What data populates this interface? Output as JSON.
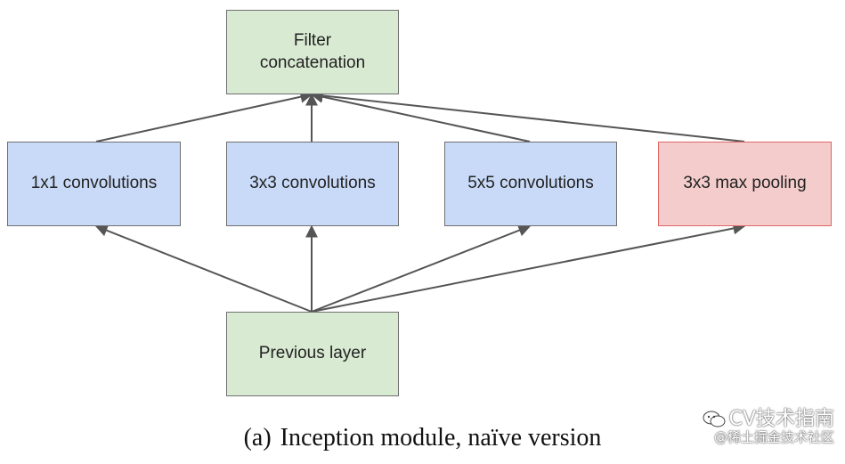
{
  "diagram": {
    "nodes": {
      "filter_concat": {
        "line1": "Filter",
        "line2": "concatenation"
      },
      "conv1x1": "1x1 convolutions",
      "conv3x3": "3x3 convolutions",
      "conv5x5": "5x5 convolutions",
      "maxpool": "3x3 max pooling",
      "previous": "Previous layer"
    },
    "colors": {
      "green": "#d9ead3",
      "blue": "#c9daf8",
      "red": "#f4cccc",
      "red_border": "#e06666",
      "arrow": "#555555"
    }
  },
  "caption": {
    "tag": "(a)",
    "text": "Inception module, naïve version"
  },
  "watermark": {
    "line1": "CV技术指南",
    "line2": "@稀土掘金技术社区",
    "icon": "wechat-icon"
  }
}
